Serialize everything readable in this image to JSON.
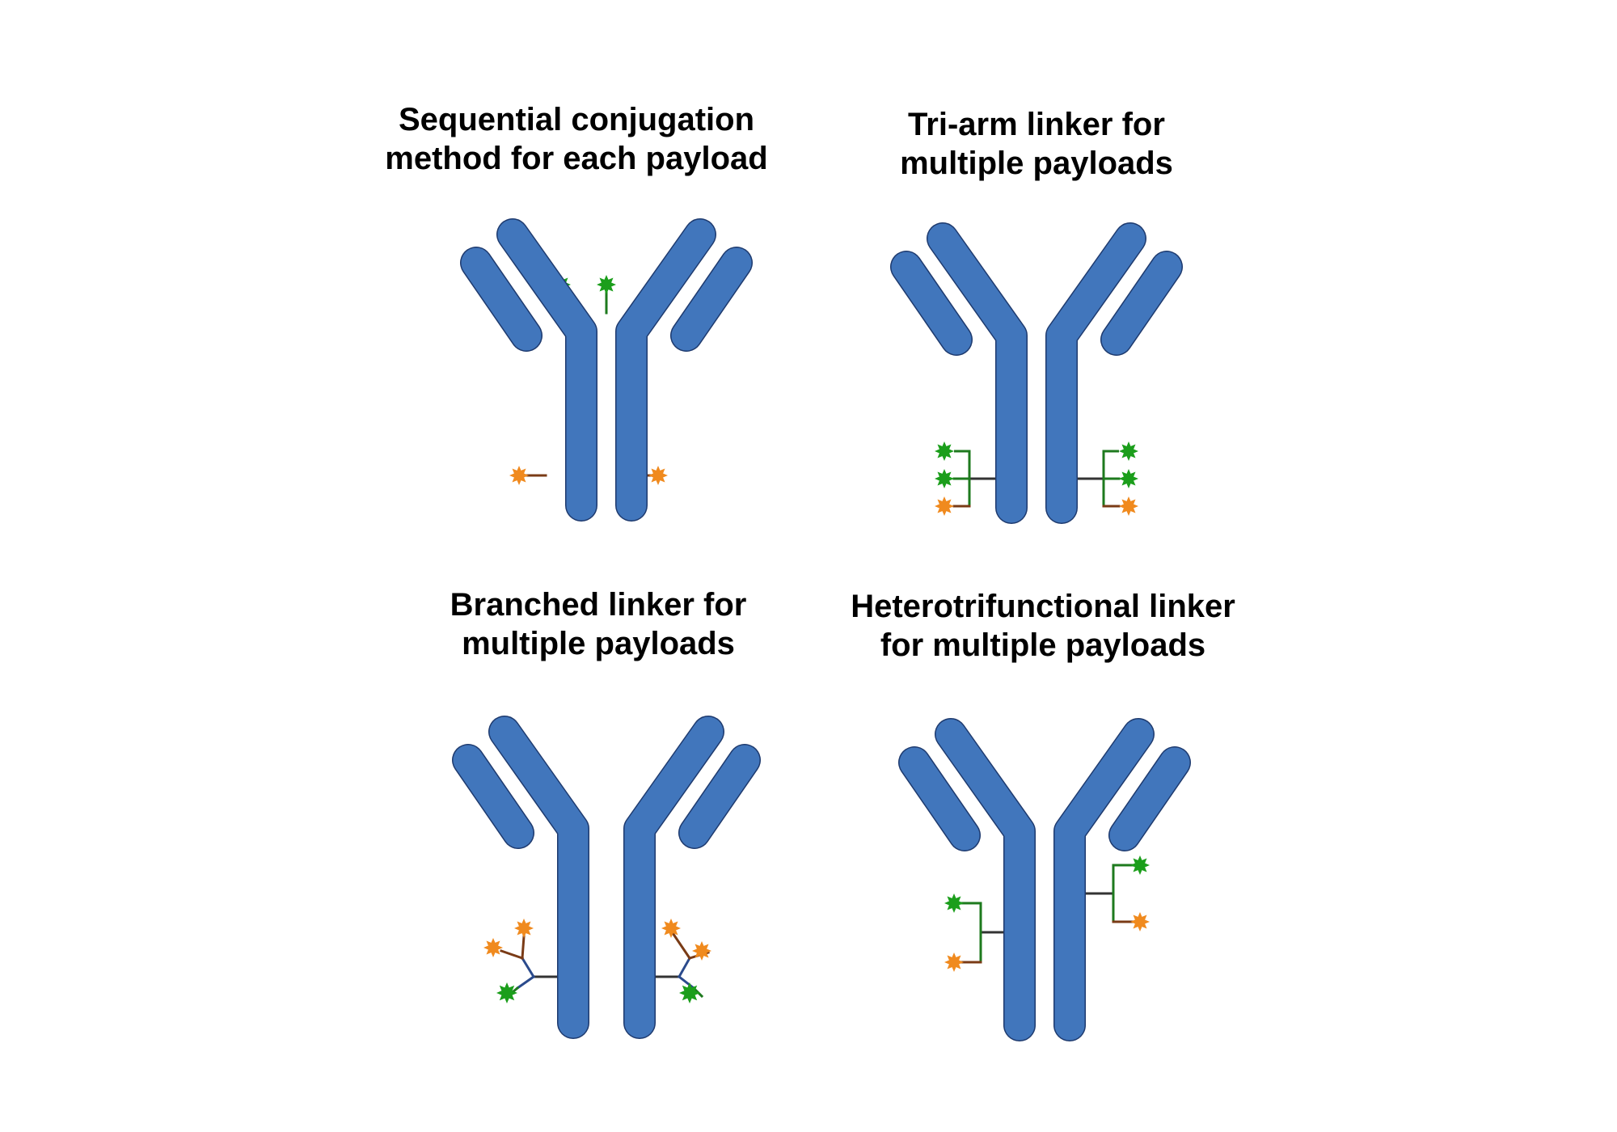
{
  "colors": {
    "antibody_fill": "#4176BC",
    "antibody_stroke": "#1E3A6E",
    "payload_green": "#1B9E1B",
    "payload_orange": "#F08A1E",
    "linker_dark": "#333333",
    "linker_green": "#1E7A1E",
    "linker_brown": "#7A3B16",
    "linker_blue": "#2A4A8C"
  },
  "panels": [
    {
      "title_lines": [
        "Sequential conjugation",
        "method for each payload"
      ],
      "method": "sequential",
      "payloads": [
        "green",
        "green",
        "orange",
        "orange"
      ]
    },
    {
      "title_lines": [
        "Tri-arm linker for",
        "multiple payloads"
      ],
      "method": "tri-arm",
      "payloads": [
        "green",
        "green",
        "orange",
        "green",
        "green",
        "orange"
      ]
    },
    {
      "title_lines": [
        "Branched linker for",
        "multiple payloads"
      ],
      "method": "branched",
      "payloads": [
        "orange",
        "orange",
        "green",
        "orange",
        "orange",
        "green"
      ]
    },
    {
      "title_lines": [
        "Heterotrifunctional linker",
        "for multiple payloads"
      ],
      "method": "heterotrifunctional",
      "payloads": [
        "green",
        "orange",
        "green",
        "orange"
      ]
    }
  ]
}
